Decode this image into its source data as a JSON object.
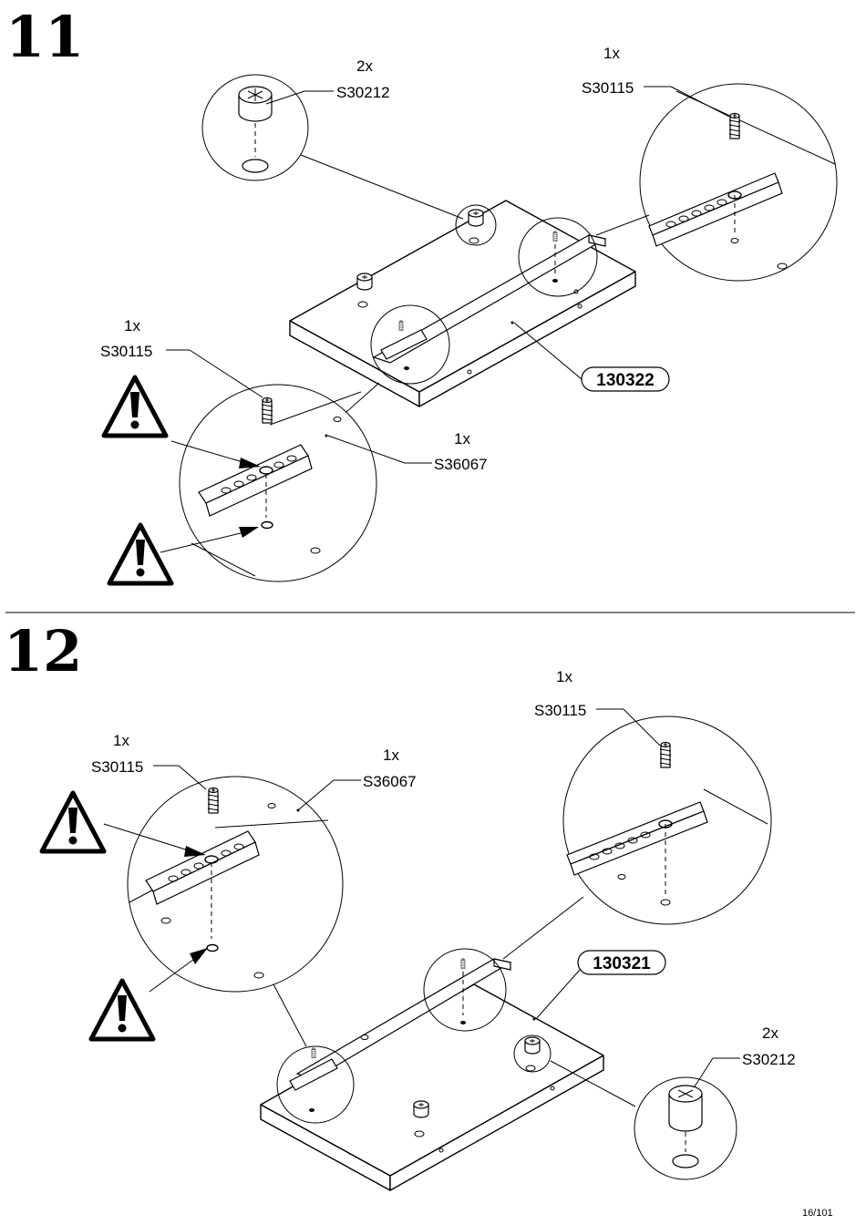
{
  "page_number": "16/101",
  "steps": [
    {
      "number": "11",
      "board_id": "130322",
      "callouts": [
        {
          "qty": "2x",
          "code": "S30212"
        },
        {
          "qty": "1x",
          "code": "S30115"
        },
        {
          "qty": "1x",
          "code": "S30115"
        },
        {
          "qty": "1x",
          "code": "S36067"
        }
      ],
      "warnings": 2
    },
    {
      "number": "12",
      "board_id": "130321",
      "callouts": [
        {
          "qty": "1x",
          "code": "S30115"
        },
        {
          "qty": "1x",
          "code": "S30115"
        },
        {
          "qty": "1x",
          "code": "S36067"
        },
        {
          "qty": "2x",
          "code": "S30212"
        }
      ],
      "warnings": 2
    }
  ]
}
